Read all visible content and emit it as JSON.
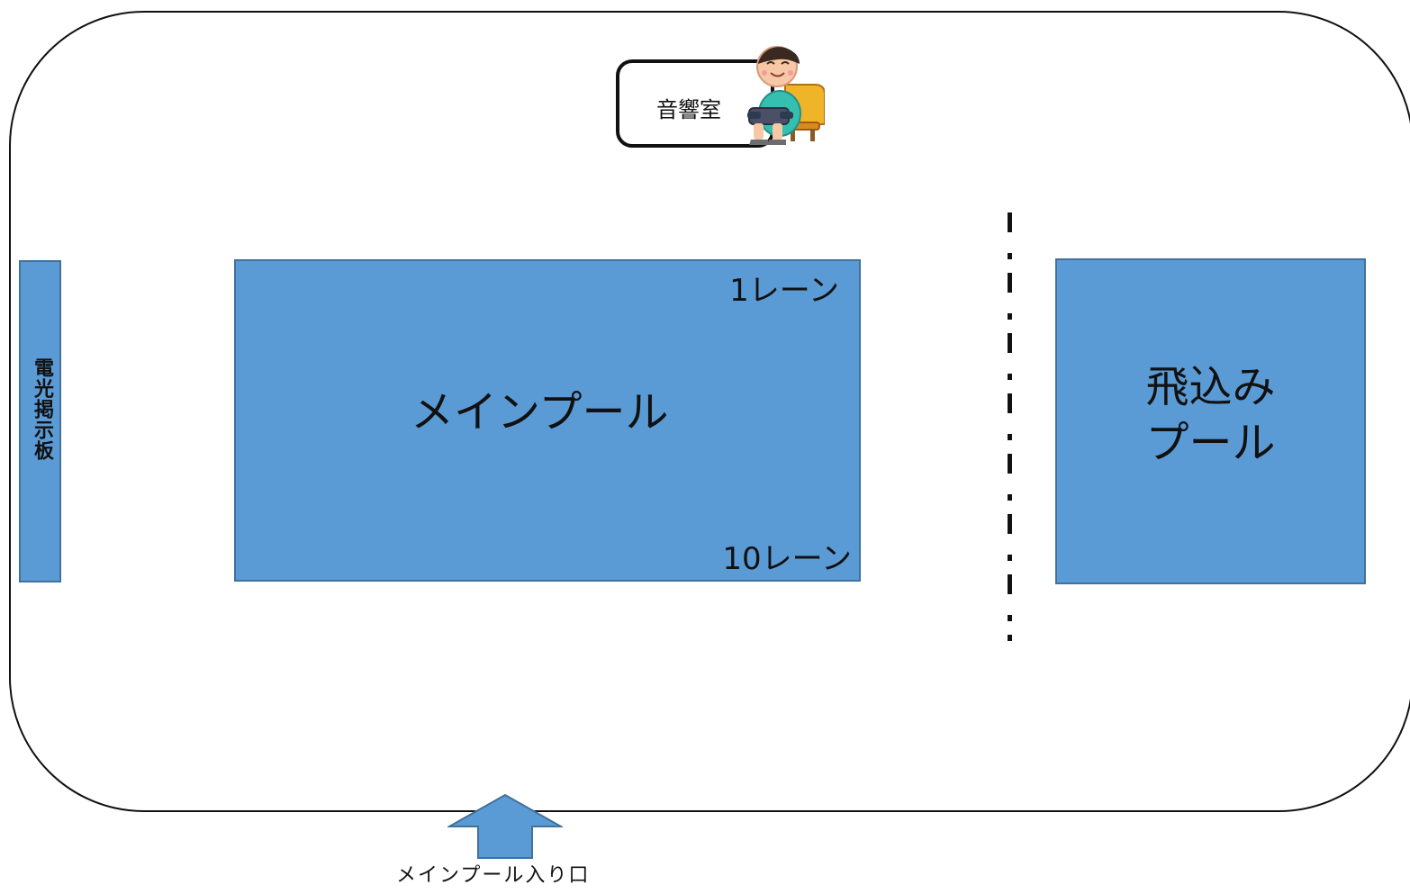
{
  "facility": {
    "sound_room": {
      "label": "音響室"
    },
    "scoreboard": {
      "label": "電光掲示板"
    },
    "main_pool": {
      "label": "メインプール",
      "top_lane_label": "1レーン",
      "bottom_lane_label": "10レーン"
    },
    "diving_pool": {
      "line1": "飛込み",
      "line2": "プール"
    },
    "entrance": {
      "label": "メインプール入り口"
    }
  },
  "colors": {
    "pool_fill": "#5b9bd5",
    "pool_stroke": "#41719c",
    "outline": "#111111"
  },
  "icons": {
    "operator": "seated-operator-illustration",
    "entrance": "up-arrow-icon"
  }
}
